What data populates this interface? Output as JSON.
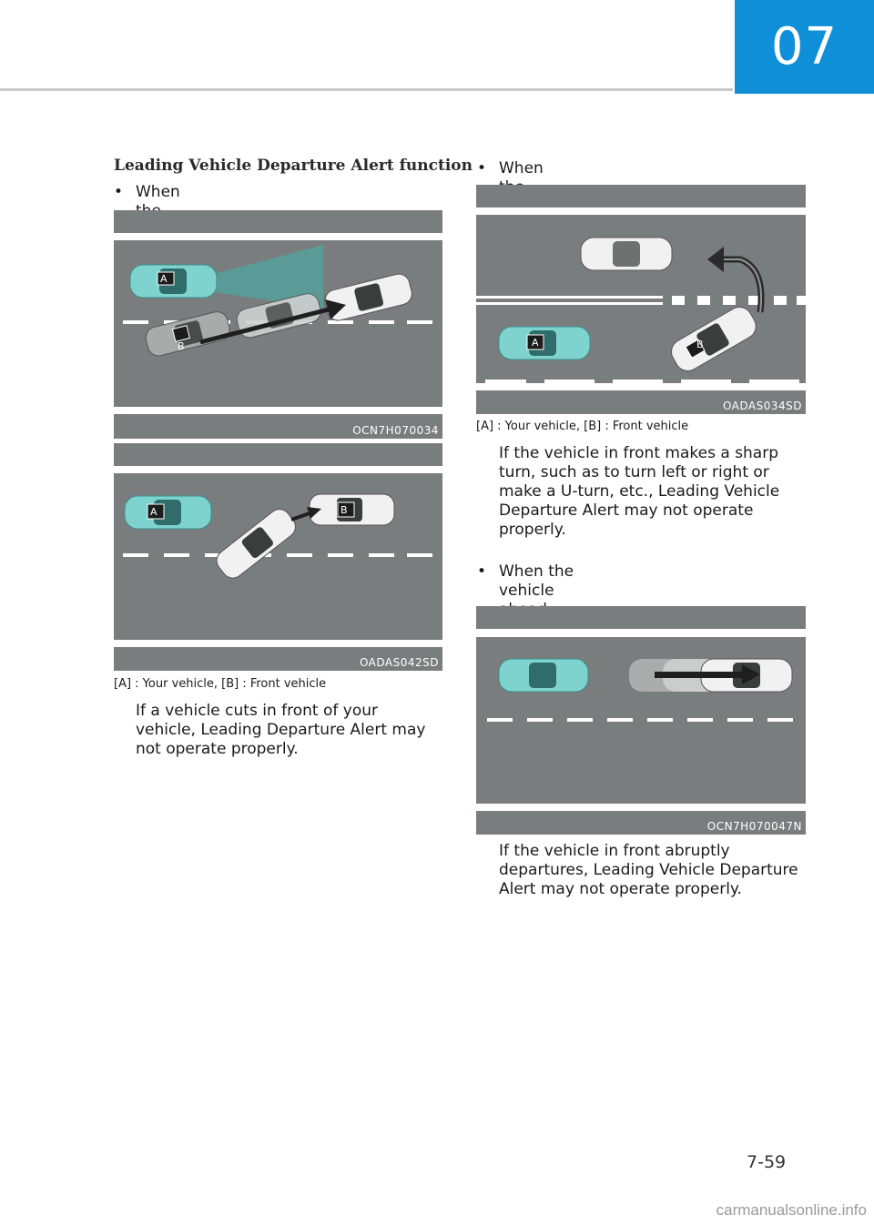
{
  "chapter": "07",
  "heading": "Leading Vehicle Departure Alert function",
  "left": {
    "bullet1": "When the vehicle cuts in",
    "fig1_code": "OCN7H070034",
    "fig2_code": "OADAS042SD",
    "caption": "[A] : Your vehicle, [B] : Front vehicle",
    "para": [
      "If a vehicle cuts in front of your",
      "vehicle, Leading Departure Alert may",
      "not operate properly."
    ]
  },
  "right": {
    "bullet1": "When the vehicle ahead sharply steers",
    "fig1_code": "OADAS034SD",
    "caption": "[A] : Your vehicle, [B] : Front vehicle",
    "para1": [
      "If the vehicle in front makes a sharp",
      "turn, such as to turn left or right or",
      "make a U-turn, etc., Leading Vehicle",
      "Departure Alert may not operate",
      "properly."
    ],
    "bullet2": [
      "When the vehicle ahead abruptly",
      "departures"
    ],
    "fig2_code": "OCN7H070047N",
    "para2": [
      "If the vehicle in front abruptly",
      "departures, Leading Vehicle Departure",
      "Alert may not operate properly."
    ]
  },
  "labels": {
    "a": "A",
    "b": "B"
  },
  "bullet_char": "•",
  "page_number": "7-59",
  "watermark": "carmanualsonline.info",
  "colors": {
    "accent": "#0e8fd8",
    "road": "#7a7d7d",
    "own_car": "#7fd3cf"
  }
}
